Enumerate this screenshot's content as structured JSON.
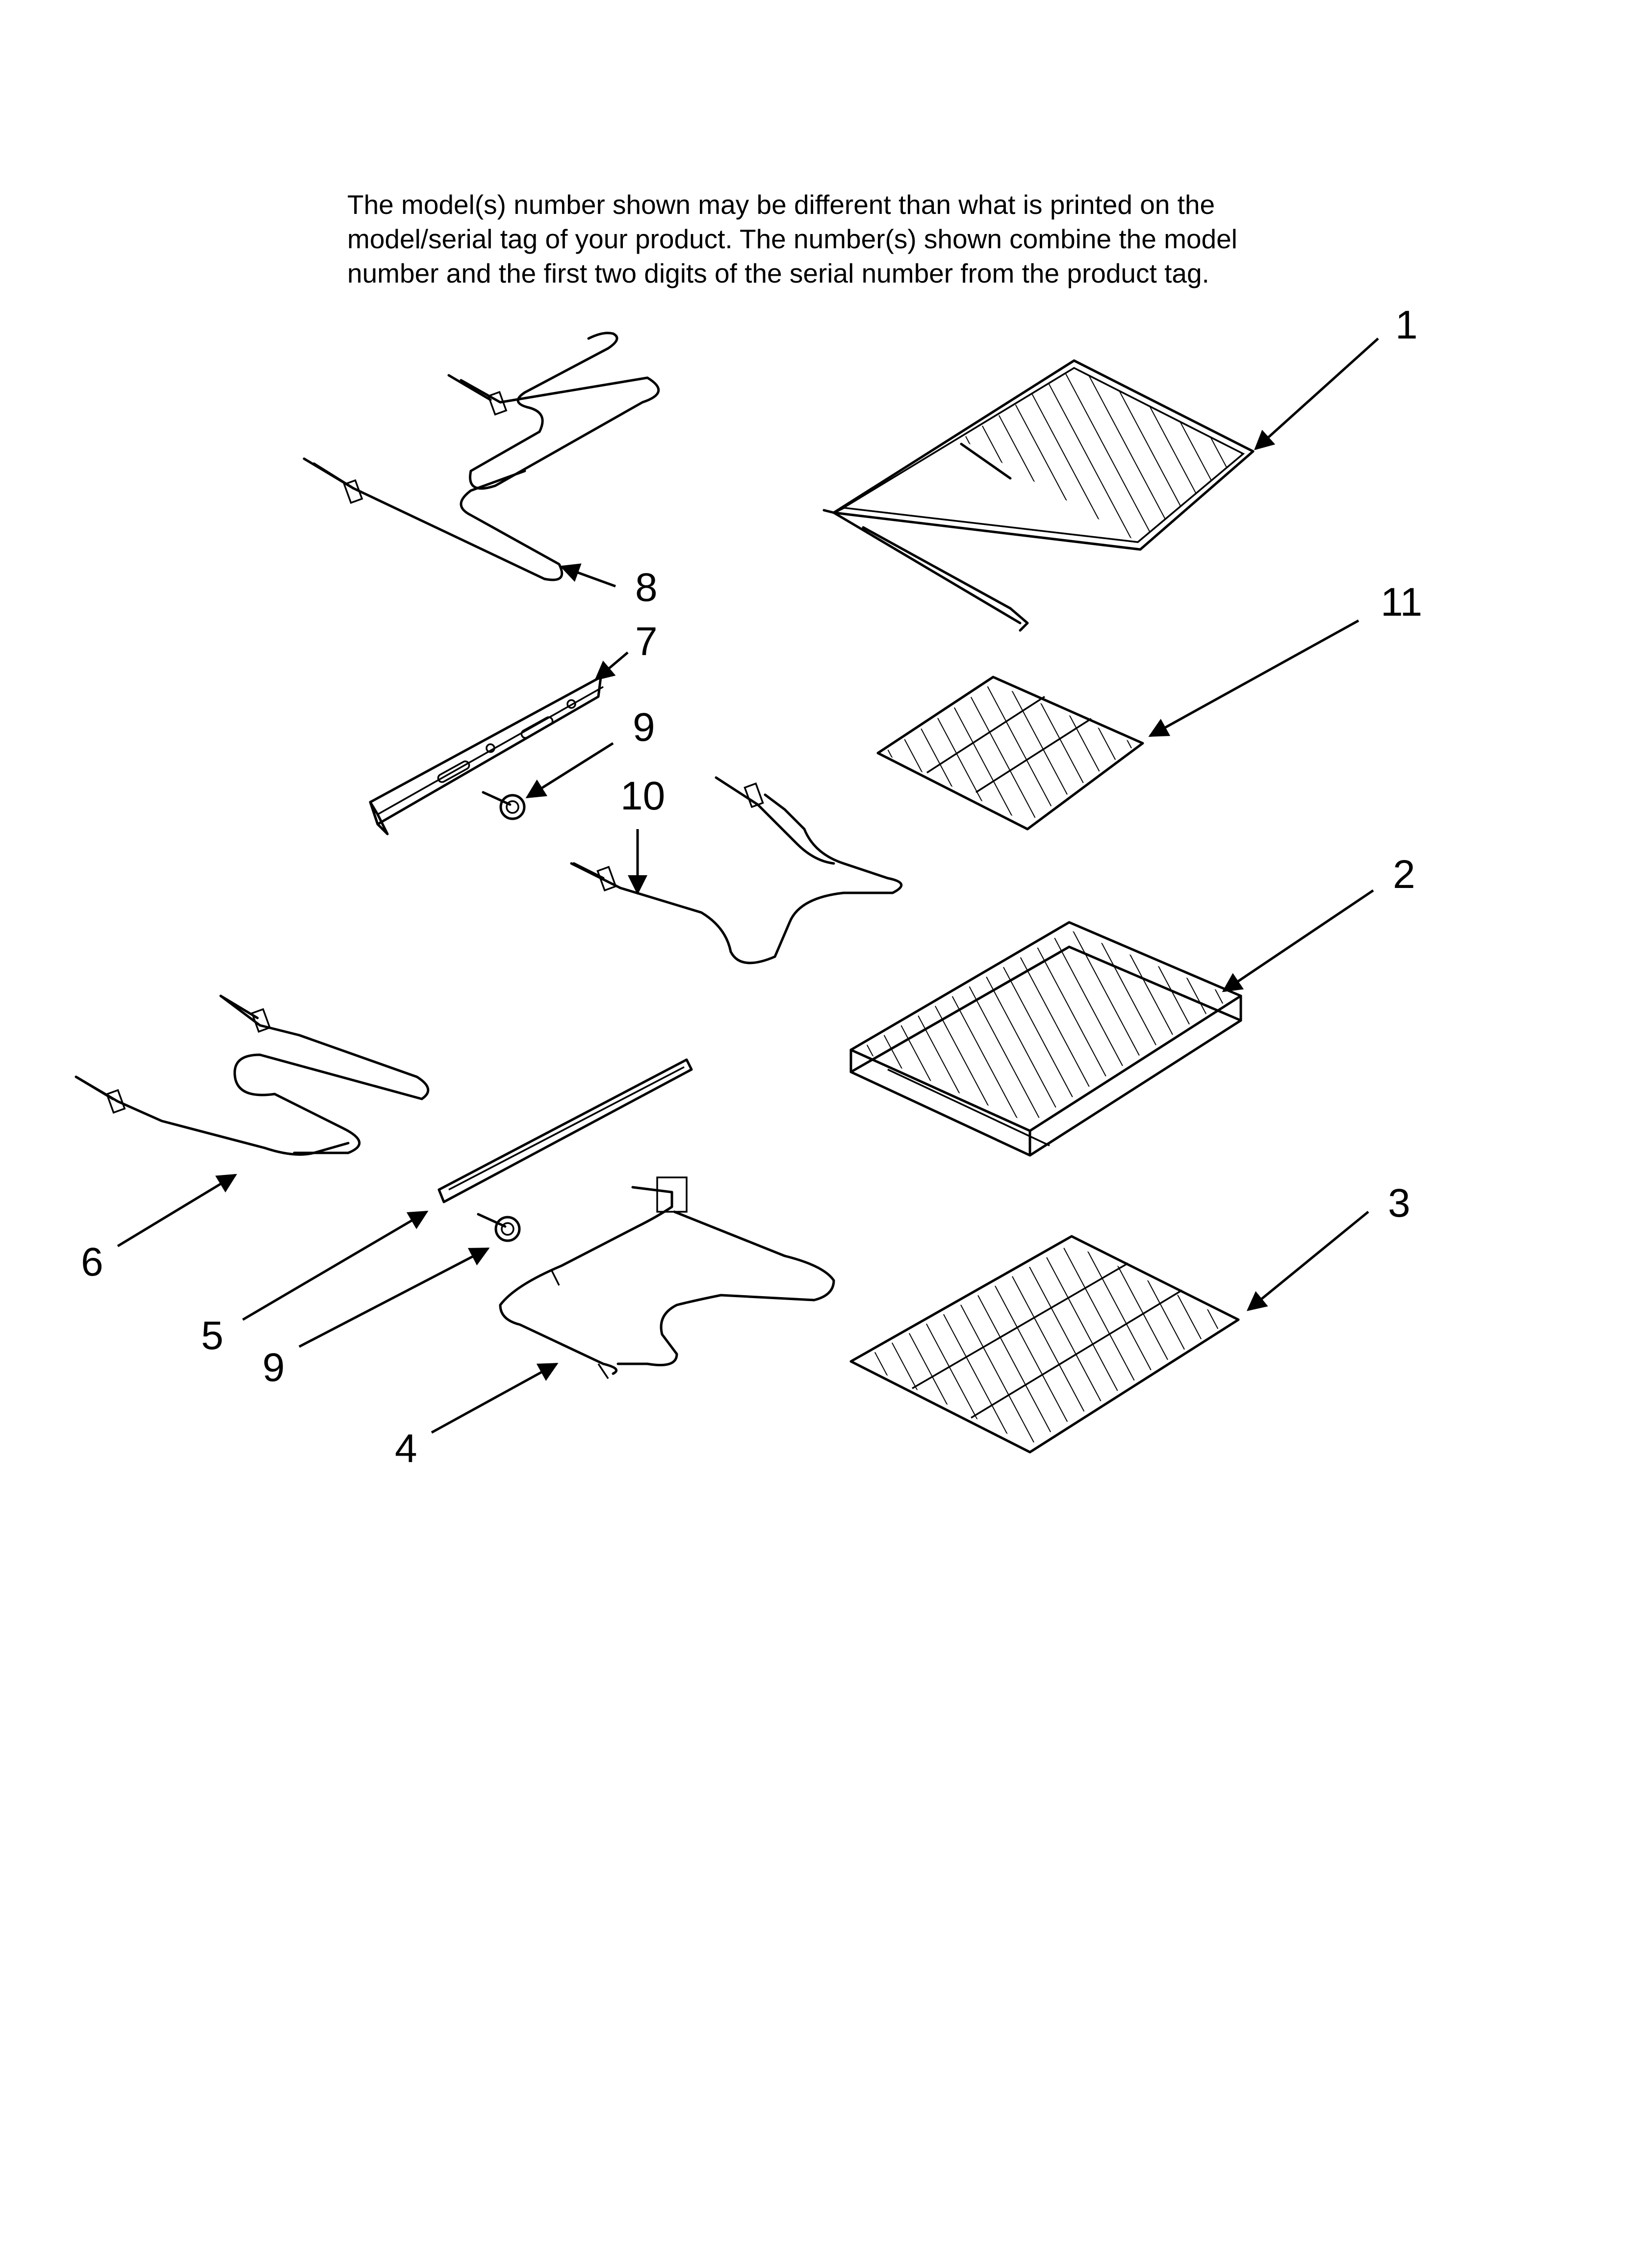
{
  "notice": {
    "lines": [
      "The model(s) number shown may be different than what is printed on the",
      "model/serial tag of your product. The number(s) shown combine the model",
      "number and the first two digits of the serial number from the product tag."
    ]
  },
  "callouts": {
    "c1": "1",
    "c11": "11",
    "c2": "2",
    "c3": "3",
    "c8": "8",
    "c7": "7",
    "c9a": "9",
    "c10": "10",
    "c6": "6",
    "c5": "5",
    "c9b": "9",
    "c4": "4"
  },
  "colors": {
    "ink": "#000000",
    "paper": "#ffffff"
  }
}
